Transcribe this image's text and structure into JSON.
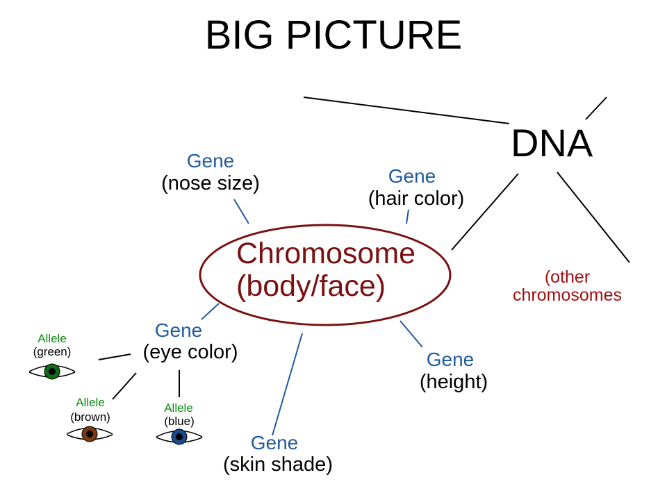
{
  "title": "BIG PICTURE",
  "dna_label": "DNA",
  "chromosome": {
    "line1": "Chromosome",
    "line2": "(body/face)"
  },
  "other_chromosomes": {
    "line1": "(other",
    "line2": "chromosomes"
  },
  "genes": [
    {
      "label": "Gene",
      "trait": "(nose size)"
    },
    {
      "label": "Gene",
      "trait": "(hair color)"
    },
    {
      "label": "Gene",
      "trait": "(eye color)"
    },
    {
      "label": "Gene",
      "trait": "(height)"
    },
    {
      "label": "Gene",
      "trait": "(skin shade)"
    }
  ],
  "alleles": [
    {
      "label": "Allele",
      "variant": "(green)",
      "iris_color": "#0f6b14"
    },
    {
      "label": "Allele",
      "variant": "(brown)",
      "iris_color": "#7a3a10"
    },
    {
      "label": "Allele",
      "variant": "(blue)",
      "iris_color": "#1a4a8a"
    }
  ],
  "colors": {
    "gene_blue": "#1f5a9e",
    "chromosome_red": "#7a1010",
    "allele_green": "#0a8a0a",
    "line_blue": "#1f5a9e",
    "ellipse_stroke": "#7a1010"
  }
}
